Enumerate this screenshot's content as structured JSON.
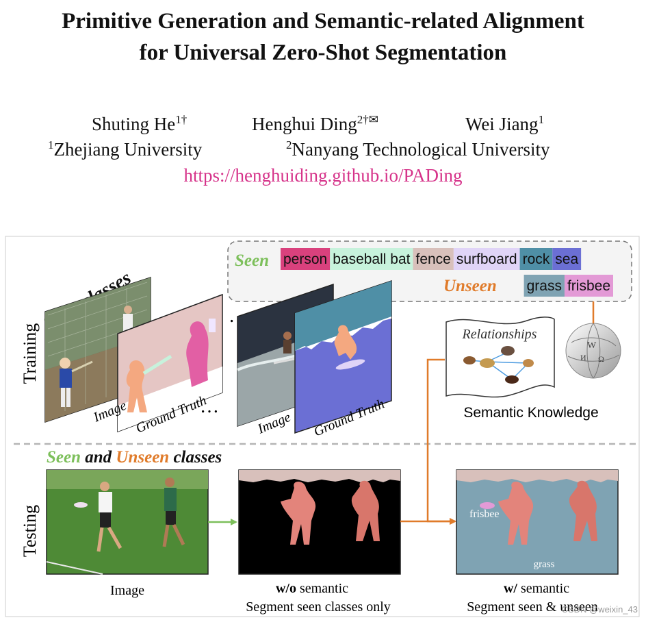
{
  "paper": {
    "title_line1": "Primitive Generation and Semantic-related Alignment",
    "title_line2": "for Universal Zero-Shot Segmentation",
    "authors": [
      {
        "name": "Shuting He",
        "sup": "1†"
      },
      {
        "name": "Henghui Ding",
        "sup": "2†✉"
      },
      {
        "name": "Wei Jiang",
        "sup": "1"
      }
    ],
    "affiliations": [
      {
        "sup": "1",
        "name": "Zhejiang University"
      },
      {
        "sup": "2",
        "name": "Nanyang Technological University"
      }
    ],
    "url": "https://henghuiding.github.io/PADing"
  },
  "figure": {
    "row_training": "Training",
    "row_testing": "Testing",
    "seen_word": "Seen",
    "classes_word": "classes",
    "and_word": "and",
    "unseen_word": "Unseen",
    "ellipsis": "…",
    "label_image": "Image",
    "label_ground_truth": "Ground Truth",
    "legend_seen_title": "Seen",
    "legend_unseen_title": "Unseen",
    "seen_classes": [
      {
        "name": "person",
        "color": "#d9417d"
      },
      {
        "name": "baseball bat",
        "color": "#c7f2dc"
      },
      {
        "name": "fence",
        "color": "#d8c0bb"
      },
      {
        "name": "surfboard",
        "color": "#e0d4f7"
      },
      {
        "name": "rock",
        "color": "#4f8fa6"
      },
      {
        "name": "sea",
        "color": "#6b6fd4"
      }
    ],
    "unseen_classes": [
      {
        "name": "grass",
        "color": "#7fa3b3"
      },
      {
        "name": "frisbee",
        "color": "#e39ad6"
      }
    ],
    "relationships_label": "Relationships",
    "semantic_knowledge_label": "Semantic Knowledge",
    "test_image_caption": "Image",
    "wo_bold": "w/o",
    "wo_rest": " semantic",
    "wo_line2": "Segment seen classes only",
    "w_bold": "w/",
    "w_rest": " semantic",
    "w_line2": "Segment seen & unseen",
    "frisbee_label": "frisbee",
    "grass_label": "grass",
    "watermark": "CSDN @weixin_43"
  }
}
